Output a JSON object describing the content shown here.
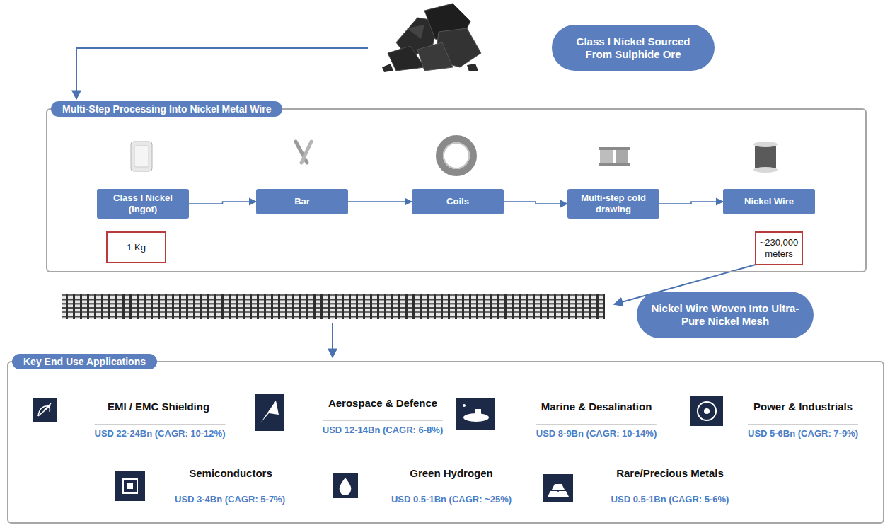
{
  "diagram": {
    "nodes": [
      {
        "text": [
          "Class I Nickel Sourced From Sulphide Ore"
        ]
      },
      {
        "text": [
          "Multi-Step Processing Into Nickel Metal Wire"
        ]
      },
      {
        "text": [
          "Class I Nickel (Ingot)"
        ],
        "in": 1
      },
      {
        "text": [
          "Bar"
        ],
        "in": 1
      },
      {
        "text": [
          "Coils"
        ],
        "in": 1
      },
      {
        "text": [
          "Multi-step cold drawing"
        ],
        "in": 1
      },
      {
        "text": [
          "Nickel Wire"
        ],
        "in": 1
      },
      {
        "text": [
          "1 Kg"
        ],
        "in": 1
      },
      {
        "text": [
          "~230,000 meters"
        ],
        "in": 1
      },
      {
        "text": [
          "Nickel Wire Woven Into Ultra-Pure Nickel Mesh"
        ]
      },
      {
        "text": [
          "Key End Use Applications"
        ]
      }
    ],
    "edges": [
      {
        "from": 2,
        "to": 3,
        "arrow": "to"
      },
      {
        "from": 3,
        "to": 4,
        "arrow": "to"
      },
      {
        "from": 4,
        "to": 5,
        "arrow": "to"
      },
      {
        "from": 5,
        "to": 6,
        "arrow": "to"
      }
    ],
    "labels": [
      "EMI / EMC Shielding",
      "USD 22-24Bn (CAGR: 10-12%)",
      "Aerospace & Defence",
      "USD 12-14Bn (CAGR: 6-8%)",
      "Marine & Desalination",
      "USD 8-9Bn (CAGR: 10-14%)",
      "Power & Industrials",
      "USD 5-6Bn (CAGR: 7-9%)",
      "Semiconductors",
      "USD 3-4Bn (CAGR: 5-7%)",
      "Green Hydrogen",
      "USD 0.5-1Bn (CAGR: ~25%)",
      "Rare/Precious Metals",
      "USD 0.5-1Bn (CAGR: 5-6%)"
    ]
  }
}
